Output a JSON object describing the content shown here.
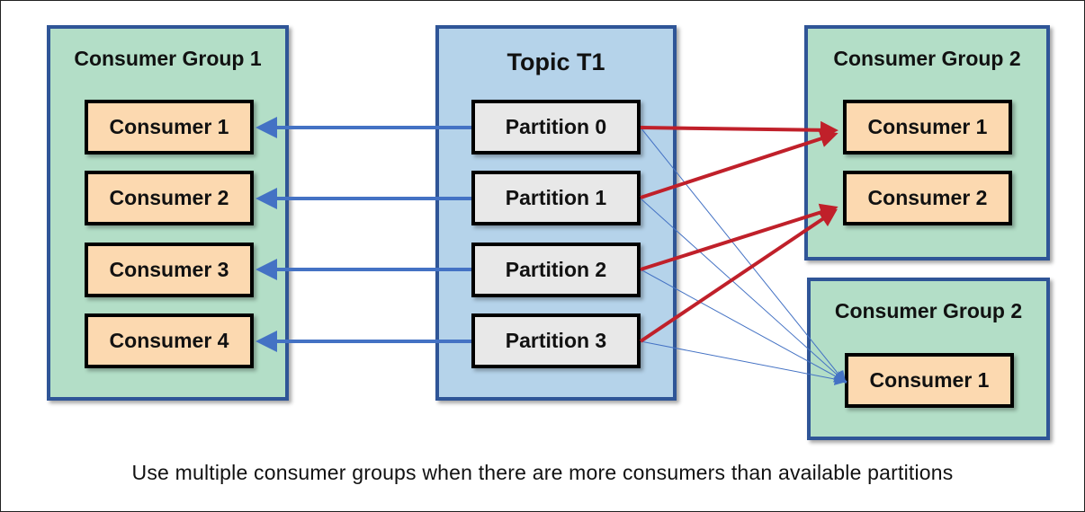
{
  "group_left": {
    "title": "Consumer Group 1",
    "consumers": [
      "Consumer 1",
      "Consumer 2",
      "Consumer 3",
      "Consumer 4"
    ]
  },
  "topic": {
    "title": "Topic T1",
    "partitions": [
      "Partition 0",
      "Partition 1",
      "Partition 2",
      "Partition 3"
    ]
  },
  "group_right_top": {
    "title": "Consumer Group 2",
    "consumers": [
      "Consumer 1",
      "Consumer 2"
    ]
  },
  "group_right_bottom": {
    "title": "Consumer Group 2",
    "consumers": [
      "Consumer 1"
    ]
  },
  "caption": "Use multiple consumer groups when there are more consumers than available partitions",
  "colors": {
    "group_fill": "#b3dec7",
    "topic_fill": "#b5d3ea",
    "border": "#2f5597",
    "consumer_fill": "#fcd9b0",
    "partition_fill": "#e8e8e8",
    "arrow_blue": "#4472c4",
    "arrow_red": "#c0202a"
  }
}
